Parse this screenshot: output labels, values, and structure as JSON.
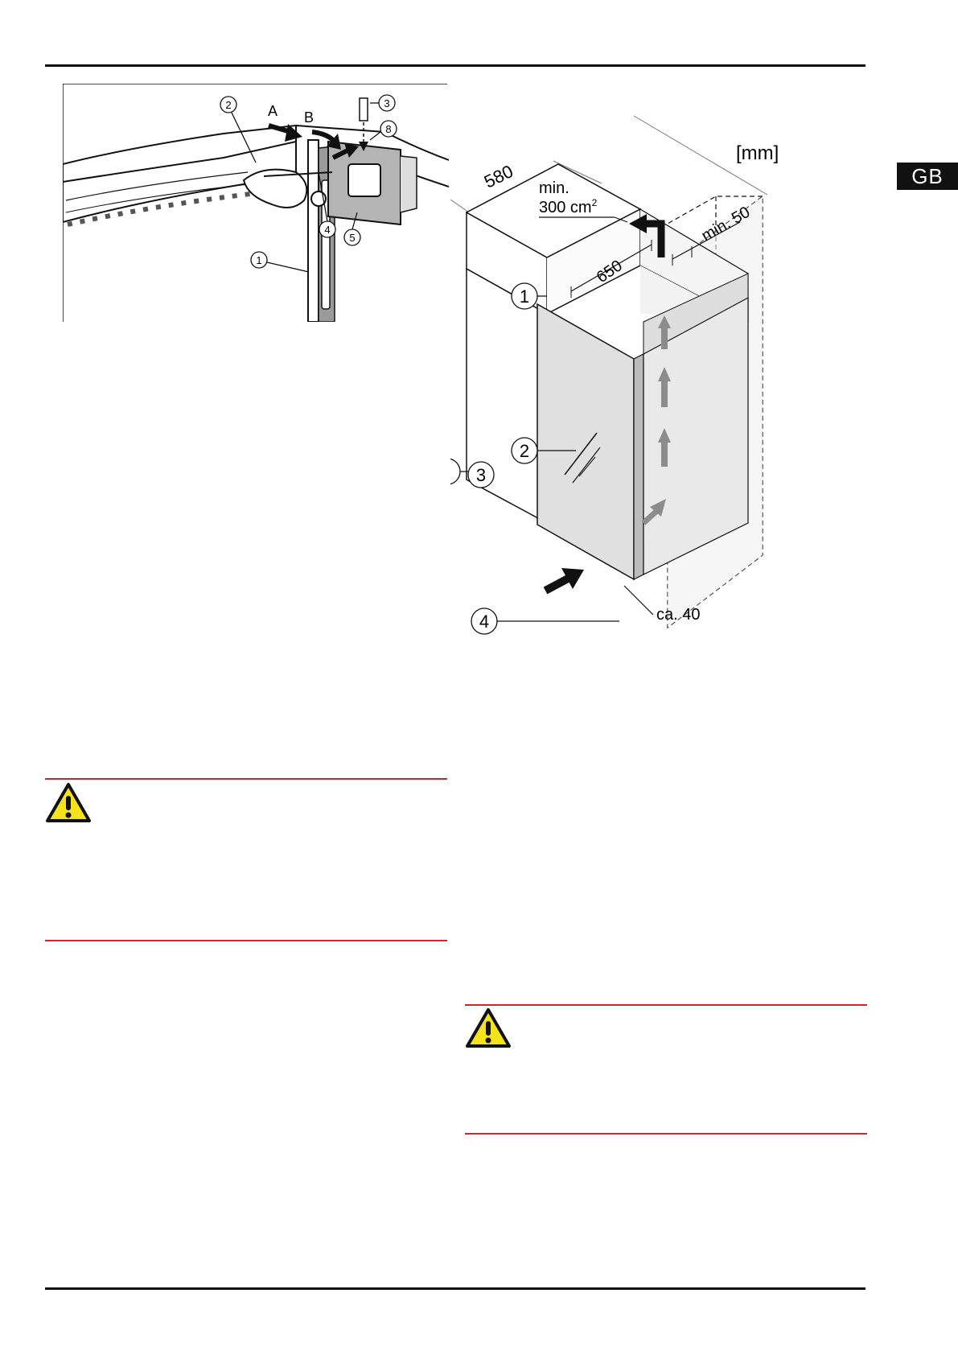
{
  "side_tab": {
    "label": "GB"
  },
  "figure_hinge": {
    "labels": [
      "A",
      "B"
    ],
    "callouts": [
      "1",
      "2",
      "3",
      "4",
      "5",
      "8"
    ]
  },
  "figure_install": {
    "unit_label": "[mm]",
    "dim_width": "580",
    "dim_depth": "650",
    "dim_top_gap": "min. 50",
    "dim_front_gap": "ca. 40",
    "vent_line1": "min.",
    "vent_line2": "300 cm",
    "vent_sup": "2",
    "callouts": [
      "1",
      "2",
      "3",
      "4"
    ]
  },
  "colors": {
    "rule": "#111111",
    "warning_rule": "#d9212d",
    "warning_fill": "#f5e31a",
    "tab_bg": "#111111"
  }
}
